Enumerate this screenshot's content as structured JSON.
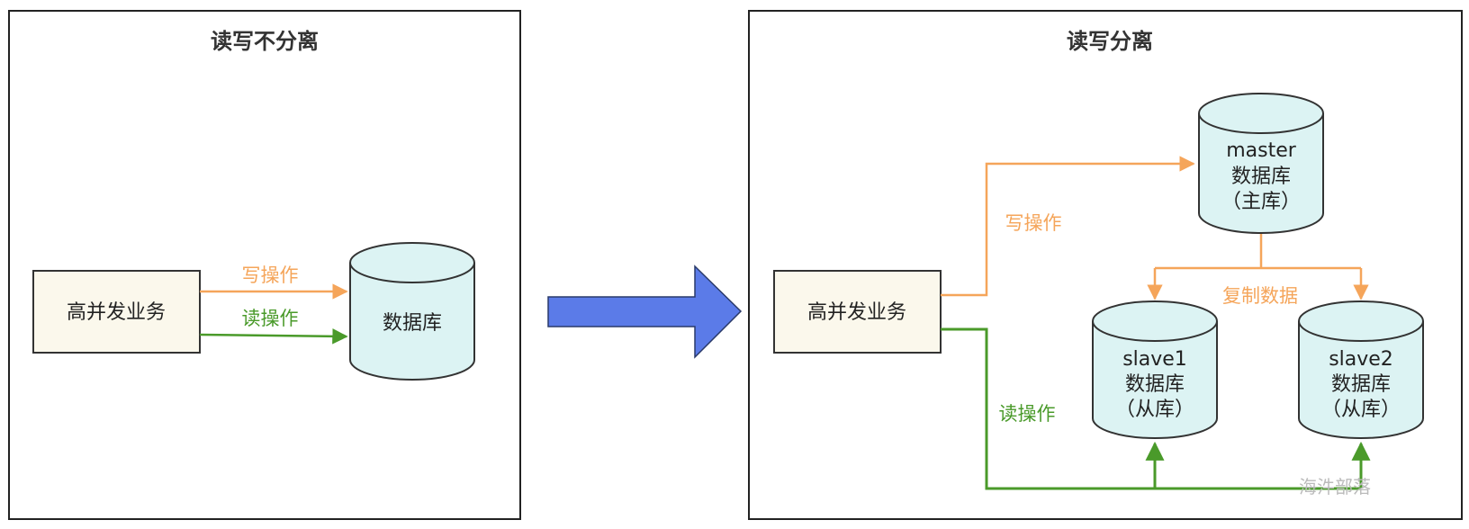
{
  "left_panel": {
    "title": "读写不分离",
    "service_box": "高并发业务",
    "database": "数据库",
    "write_label": "写操作",
    "read_label": "读操作"
  },
  "right_panel": {
    "title": "读写分离",
    "service_box": "高并发业务",
    "master_db": {
      "line1": "master",
      "line2": "数据库",
      "line3": "（主库）"
    },
    "slave1_db": {
      "line1": "slave1",
      "line2": "数据库",
      "line3": "（从库）"
    },
    "slave2_db": {
      "line1": "slave2",
      "line2": "数据库",
      "line3": "（从库）"
    },
    "write_label": "写操作",
    "read_label": "读操作",
    "replicate_label": "复制数据"
  },
  "watermark": "海汼部落",
  "colors": {
    "write": "#f5a55a",
    "read": "#4a9a2a",
    "arrow_fill": "#5b7be8",
    "db_fill": "#dcf3f3",
    "box_fill": "#fbf8ec"
  }
}
